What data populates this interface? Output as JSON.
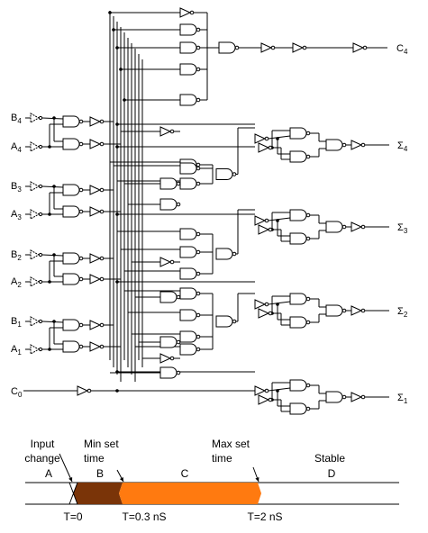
{
  "inputs": [
    {
      "id": "B4",
      "main": "B",
      "sub": "4"
    },
    {
      "id": "A4",
      "main": "A",
      "sub": "4"
    },
    {
      "id": "B3",
      "main": "B",
      "sub": "3"
    },
    {
      "id": "A3",
      "main": "A",
      "sub": "3"
    },
    {
      "id": "B2",
      "main": "B",
      "sub": "2"
    },
    {
      "id": "A2",
      "main": "A",
      "sub": "2"
    },
    {
      "id": "B1",
      "main": "B",
      "sub": "1"
    },
    {
      "id": "A1",
      "main": "A",
      "sub": "1"
    },
    {
      "id": "C0",
      "main": "C",
      "sub": "0"
    }
  ],
  "outputs": [
    {
      "id": "C4",
      "main": "C",
      "sub": "4"
    },
    {
      "id": "S4",
      "main": "Σ",
      "sub": "4"
    },
    {
      "id": "S3",
      "main": "Σ",
      "sub": "3"
    },
    {
      "id": "S2",
      "main": "Σ",
      "sub": "2"
    },
    {
      "id": "S1",
      "main": "Σ",
      "sub": "1"
    }
  ],
  "timing": {
    "labels": [
      {
        "id": "input-change",
        "lines": [
          "Input",
          "change"
        ]
      },
      {
        "id": "min-set-time",
        "lines": [
          "Min set",
          "time"
        ]
      },
      {
        "id": "max-set-time",
        "lines": [
          "Max set",
          "time"
        ]
      },
      {
        "id": "stable",
        "lines": [
          "Stable"
        ]
      }
    ],
    "phases": [
      "A",
      "B",
      "C",
      "D"
    ],
    "times": [
      "T=0",
      "T=0.3 nS",
      "T=2 nS"
    ],
    "colors": {
      "phase_b": "#7a3408",
      "phase_c": "#ff7a10",
      "line": "#000000"
    }
  }
}
